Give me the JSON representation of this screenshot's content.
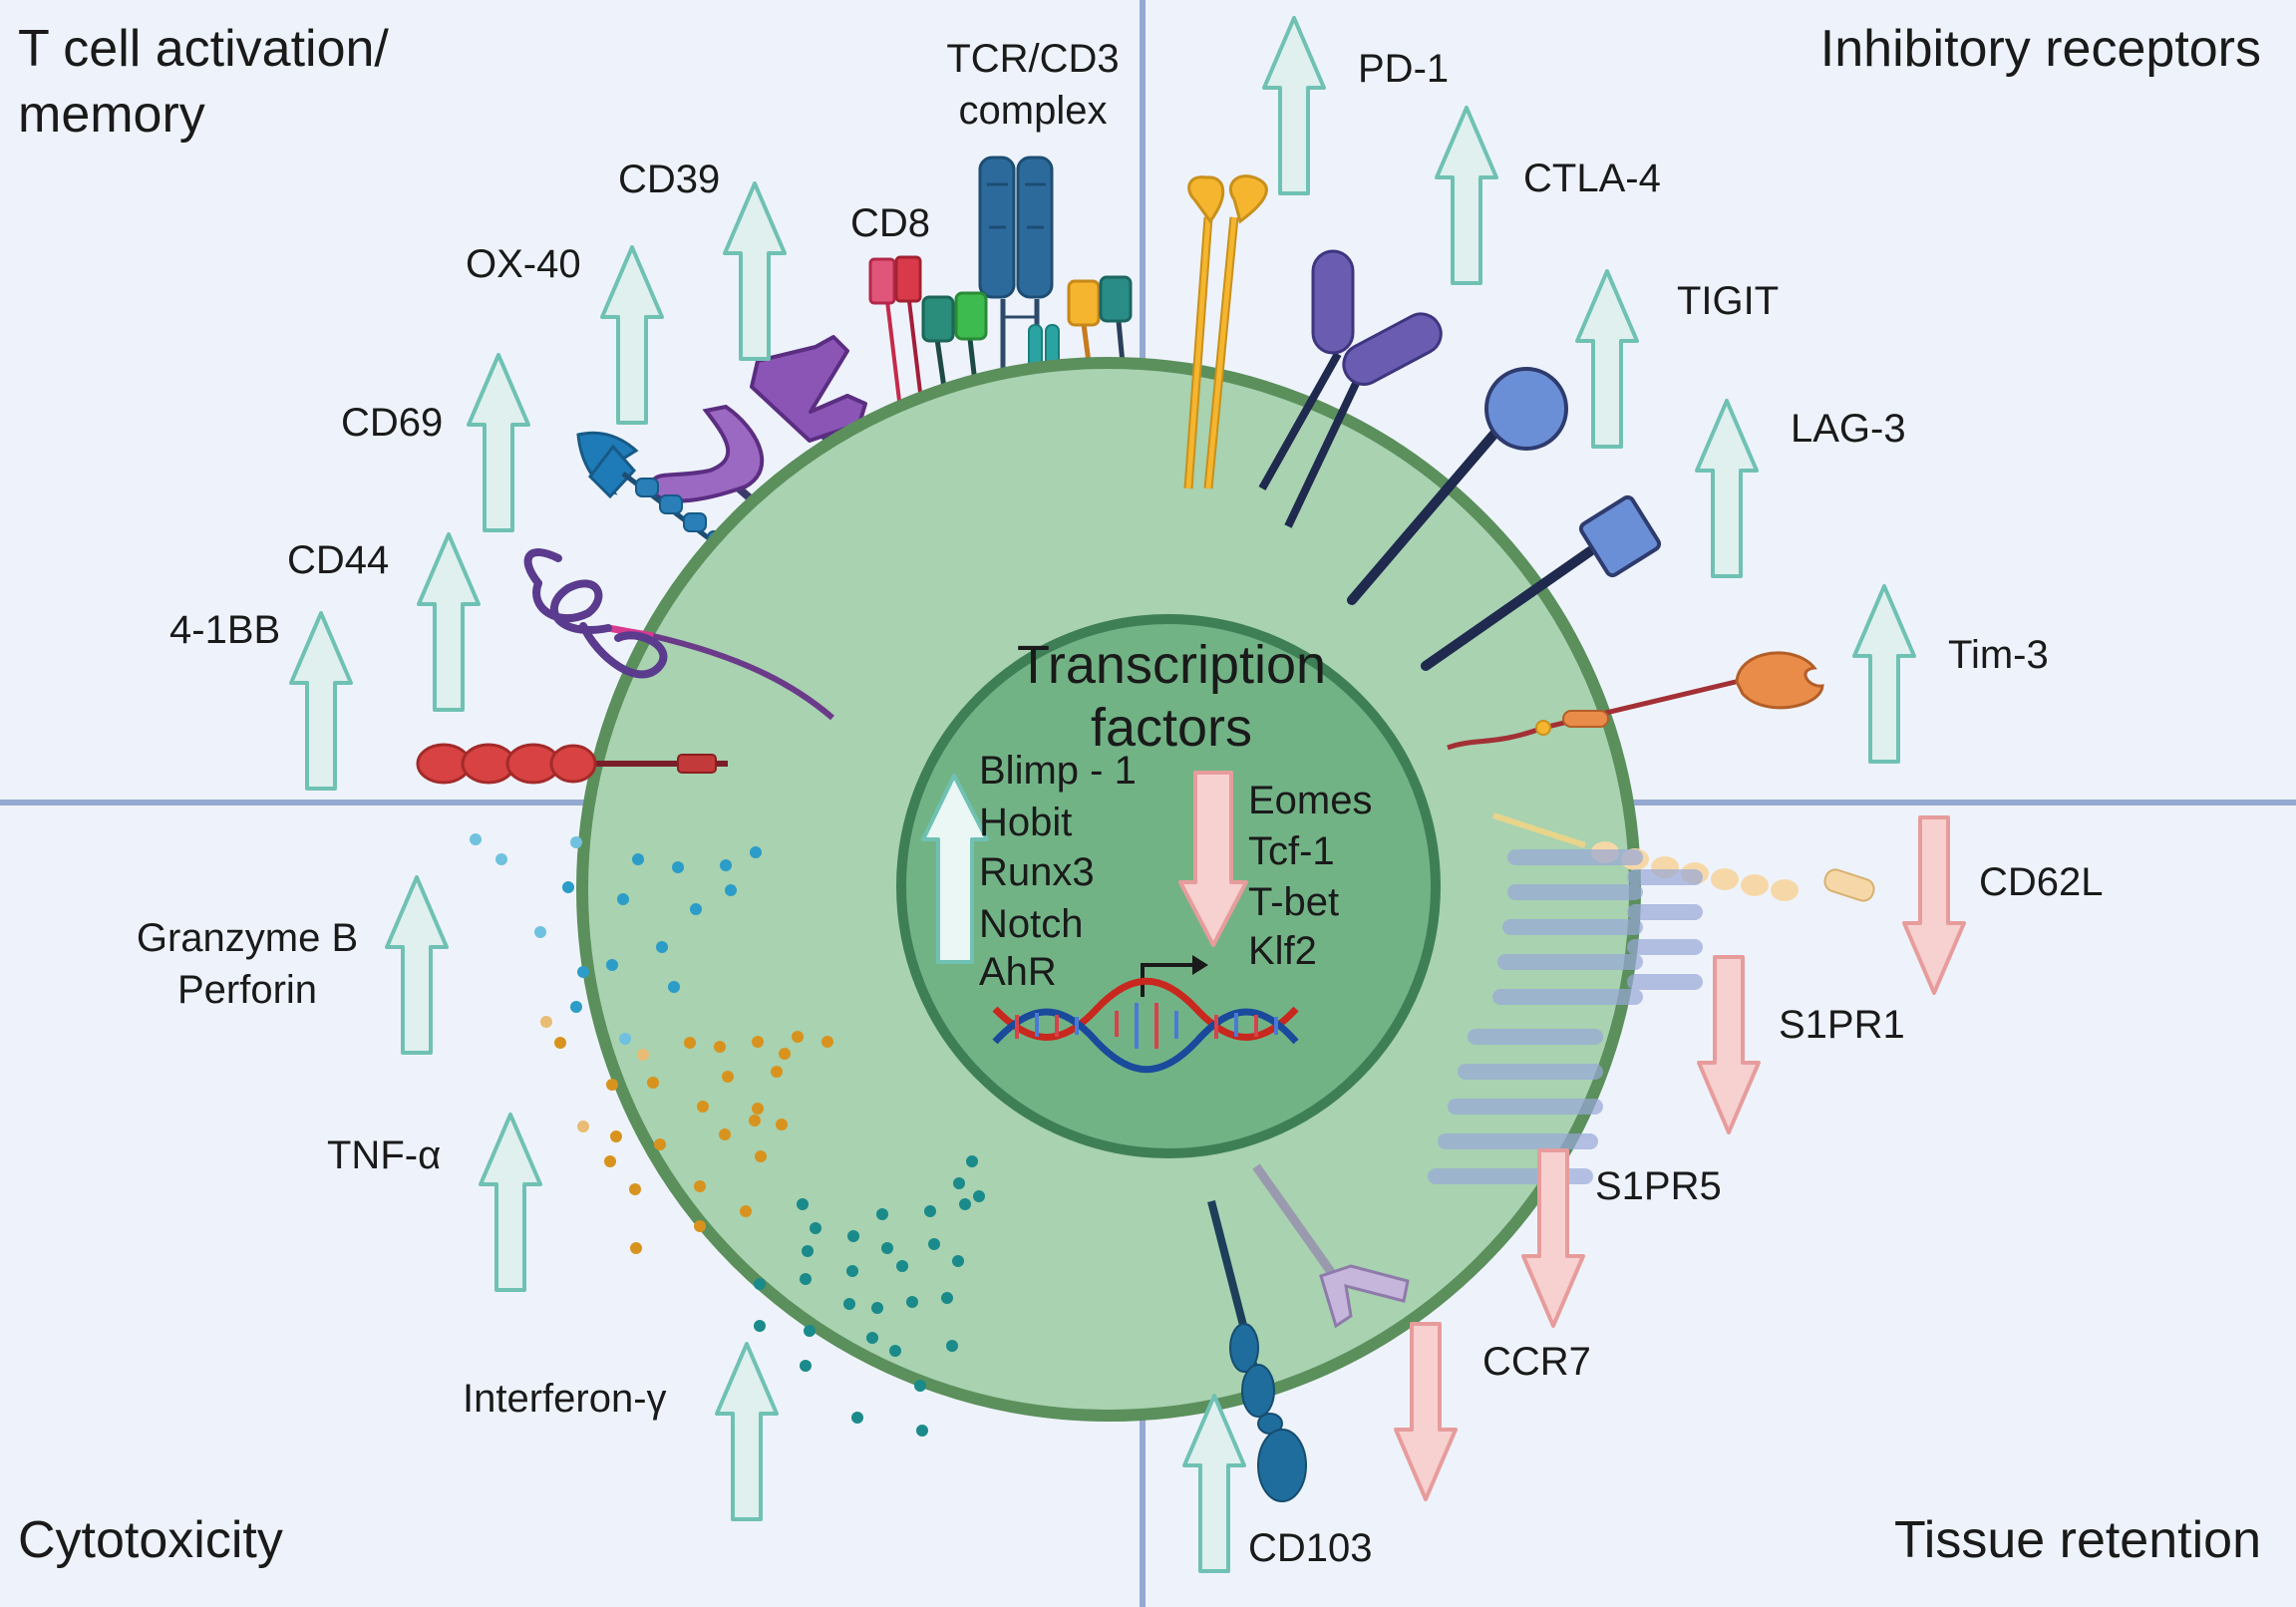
{
  "quadrants": {
    "top_left": [
      "T cell activation/",
      "memory"
    ],
    "top_right": "Inhibitory receptors",
    "bottom_left": "Cytotoxicity",
    "bottom_right": "Tissue retention"
  },
  "nucleus": {
    "title": [
      "Transcription",
      "factors"
    ],
    "upregulated": [
      "Blimp - 1",
      "Hobit",
      "Runx3",
      "Notch",
      "AhR"
    ],
    "downregulated": [
      "Eomes",
      "Tcf-1",
      "T-bet",
      "Klf2"
    ]
  },
  "markers": {
    "up": [
      "4-1BB",
      "CD44",
      "CD69",
      "OX-40",
      "CD39",
      "CD8",
      "PD-1",
      "CTLA-4",
      "TIGIT",
      "LAG-3",
      "Tim-3",
      "CD103"
    ],
    "down": [
      "CD62L",
      "S1PR1",
      "S1PR5",
      "CCR7"
    ],
    "complex": [
      "TCR/CD3",
      "complex"
    ]
  },
  "cytotoxic": {
    "granzyme": [
      "Granzyme B",
      "Perforin"
    ],
    "tnf": "TNF-α",
    "ifn": "Interferon-γ"
  },
  "colors": {
    "up_arrow": "#dff0ee",
    "up_arrow_stroke": "#6fc1b3",
    "down_arrow": "#f7d0d0",
    "down_arrow_stroke": "#e79c9c",
    "background": "#eef3fb",
    "divider": "#94a9d2",
    "cell": "#a8d2b0",
    "cell_border": "#5b8f5c",
    "nucleus": "#72b386",
    "nucleus_border": "#3f7f56"
  }
}
